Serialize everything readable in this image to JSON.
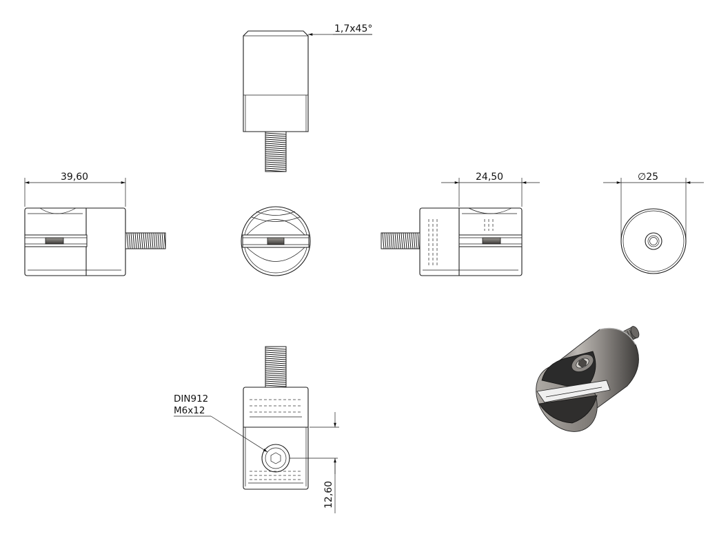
{
  "dimensions": {
    "chamfer": "1,7x45°",
    "width_left": "39,60",
    "width_right": "24,50",
    "diameter_symbol": "∅",
    "diameter_value": "25",
    "screw_height": "12,60"
  },
  "callout": {
    "standard": "DIN912",
    "size": "M6x12"
  },
  "colors": {
    "line": "#1a1a1a",
    "metal_light": "#c9c6c2",
    "metal_dark": "#3a3836",
    "gasket": "#2b2b2b"
  }
}
